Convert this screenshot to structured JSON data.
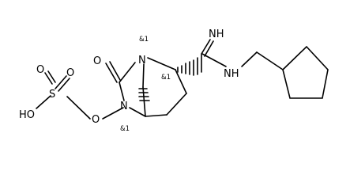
{
  "structure": {
    "atoms": {
      "oxo_oxygen": "O",
      "bridgehead_nitrogen": "N",
      "ring_nitrogen": "N",
      "amidine_imine": "NH",
      "amidine_amine": "NH",
      "sulfate_oxygen_top": "O",
      "sulfate_oxygen_side": "O",
      "sulfur": "S",
      "hydroxyl": "HO",
      "n_oxy_oxygen": "O"
    },
    "stereo_labels": {
      "bridgehead_n": "&1",
      "alpha_carbon": "&1",
      "bridgehead_c": "&1"
    }
  }
}
